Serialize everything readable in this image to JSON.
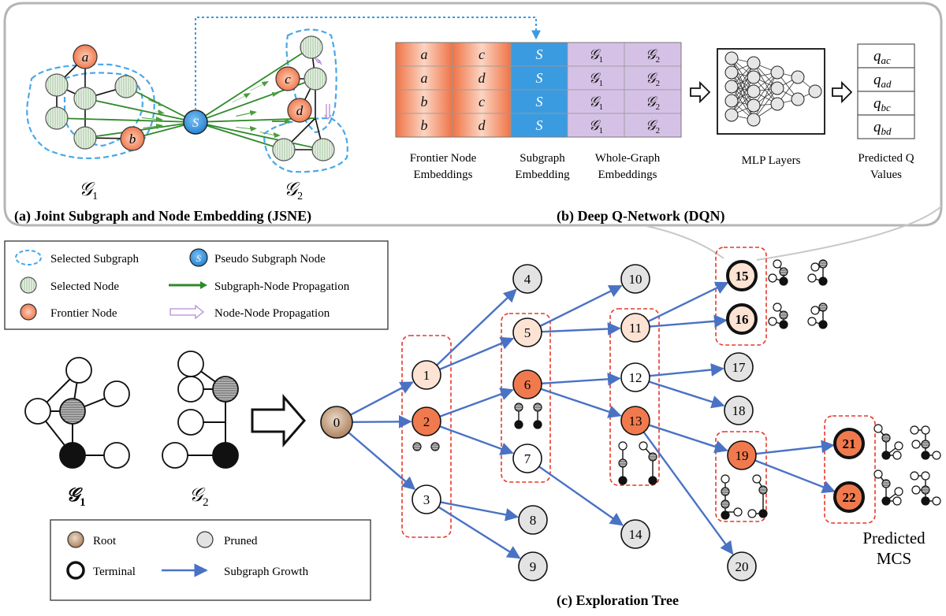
{
  "panel_a": {
    "title": "(a) Joint Subgraph and Node Embedding (JSNE)",
    "g1_label": "𝒢",
    "g1_sub": "1",
    "g2_label": "𝒢",
    "g2_sub": "2",
    "pseudo_node": "S",
    "g1_frontier": [
      "a",
      "b"
    ],
    "g2_frontier": [
      "c",
      "d"
    ]
  },
  "panel_b": {
    "title": "(b) Deep Q-Network (DQN)",
    "rows": [
      {
        "f1": "a",
        "f2": "c",
        "s": "S",
        "w1": "𝒢",
        "w1s": "1",
        "w2": "𝒢",
        "w2s": "2"
      },
      {
        "f1": "a",
        "f2": "d",
        "s": "S",
        "w1": "𝒢",
        "w1s": "1",
        "w2": "𝒢",
        "w2s": "2"
      },
      {
        "f1": "b",
        "f2": "c",
        "s": "S",
        "w1": "𝒢",
        "w1s": "1",
        "w2": "𝒢",
        "w2s": "2"
      },
      {
        "f1": "b",
        "f2": "d",
        "s": "S",
        "w1": "𝒢",
        "w1s": "1",
        "w2": "𝒢",
        "w2s": "2"
      }
    ],
    "label_frontier_1": "Frontier Node",
    "label_frontier_2": "Embeddings",
    "label_subgraph_1": "Subgraph",
    "label_subgraph_2": "Embedding",
    "label_whole_1": "Whole-Graph",
    "label_whole_2": "Embeddings",
    "label_mlp": "MLP Layers",
    "label_q_1": "Predicted Q",
    "label_q_2": "Values",
    "q_values": [
      {
        "q": "q",
        "sub": "ac"
      },
      {
        "q": "q",
        "sub": "ad"
      },
      {
        "q": "q",
        "sub": "bc"
      },
      {
        "q": "q",
        "sub": "bd"
      }
    ]
  },
  "legend_top": {
    "selected_subgraph": "Selected Subgraph",
    "pseudo_node": "Pseudo Subgraph Node",
    "pseudo_node_letter": "S",
    "selected_node": "Selected Node",
    "sg_propagation": "Subgraph-Node Propagation",
    "frontier_node": "Frontier Node",
    "nn_propagation": "Node-Node Propagation"
  },
  "input_graphs": {
    "g1_label": "𝒢",
    "g1_sub": "1",
    "g2_label": "𝒢",
    "g2_sub": "2"
  },
  "legend_bottom": {
    "root": "Root",
    "pruned": "Pruned",
    "terminal": "Terminal",
    "growth": "Subgraph Growth"
  },
  "tree": {
    "title": "(c) Exploration Tree",
    "predicted_1": "Predicted",
    "predicted_2": "MCS",
    "nodes": [
      {
        "id": "0",
        "kind": "root"
      },
      {
        "id": "1",
        "kind": "light"
      },
      {
        "id": "2",
        "kind": "orange"
      },
      {
        "id": "3",
        "kind": "white"
      },
      {
        "id": "4",
        "kind": "pruned"
      },
      {
        "id": "5",
        "kind": "light"
      },
      {
        "id": "6",
        "kind": "orange"
      },
      {
        "id": "7",
        "kind": "white"
      },
      {
        "id": "8",
        "kind": "pruned"
      },
      {
        "id": "9",
        "kind": "pruned"
      },
      {
        "id": "10",
        "kind": "pruned"
      },
      {
        "id": "11",
        "kind": "light"
      },
      {
        "id": "12",
        "kind": "white"
      },
      {
        "id": "13",
        "kind": "orange"
      },
      {
        "id": "14",
        "kind": "pruned"
      },
      {
        "id": "15",
        "kind": "light-terminal"
      },
      {
        "id": "16",
        "kind": "light-terminal"
      },
      {
        "id": "17",
        "kind": "pruned"
      },
      {
        "id": "18",
        "kind": "pruned"
      },
      {
        "id": "19",
        "kind": "orange"
      },
      {
        "id": "20",
        "kind": "pruned"
      },
      {
        "id": "21",
        "kind": "orange-terminal"
      },
      {
        "id": "22",
        "kind": "orange-terminal"
      }
    ]
  },
  "colors": {
    "frontier": "#f07a4e",
    "light": "#fde3d3",
    "pseudo": "#3b9be0",
    "purple": "#d6c1e6",
    "edge_blue": "#4a72c4",
    "prop_green": "#4a9e3c",
    "subgraph_dash": "#4aa8e8",
    "red_dash": "#e5392b",
    "root": "#c49a78",
    "pruned": "#e3e3e3"
  }
}
